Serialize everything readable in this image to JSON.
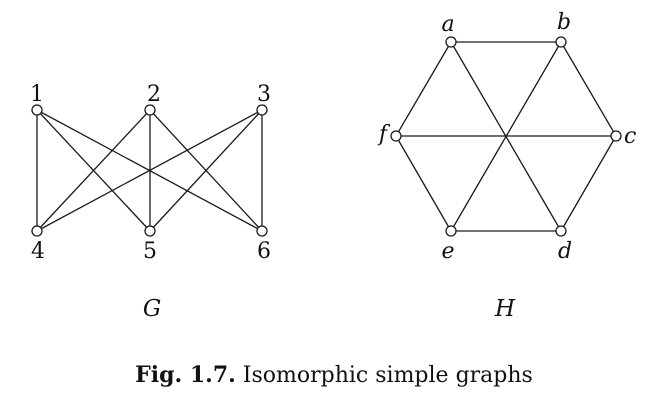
{
  "graphs": [
    {
      "id": "G",
      "label": "G",
      "vertices": [
        "1",
        "2",
        "3",
        "4",
        "5",
        "6"
      ],
      "edges": [
        [
          "1",
          "4"
        ],
        [
          "1",
          "5"
        ],
        [
          "1",
          "6"
        ],
        [
          "2",
          "4"
        ],
        [
          "2",
          "5"
        ],
        [
          "2",
          "6"
        ],
        [
          "3",
          "4"
        ],
        [
          "3",
          "5"
        ],
        [
          "3",
          "6"
        ]
      ]
    },
    {
      "id": "H",
      "label": "H",
      "vertices": [
        "a",
        "b",
        "c",
        "d",
        "e",
        "f"
      ],
      "edges": [
        [
          "a",
          "b"
        ],
        [
          "b",
          "c"
        ],
        [
          "c",
          "d"
        ],
        [
          "d",
          "e"
        ],
        [
          "e",
          "f"
        ],
        [
          "f",
          "a"
        ],
        [
          "a",
          "d"
        ],
        [
          "b",
          "e"
        ],
        [
          "c",
          "f"
        ]
      ]
    }
  ],
  "caption": {
    "fig_num": "Fig. 1.7.",
    "text": "Isomorphic simple graphs"
  }
}
